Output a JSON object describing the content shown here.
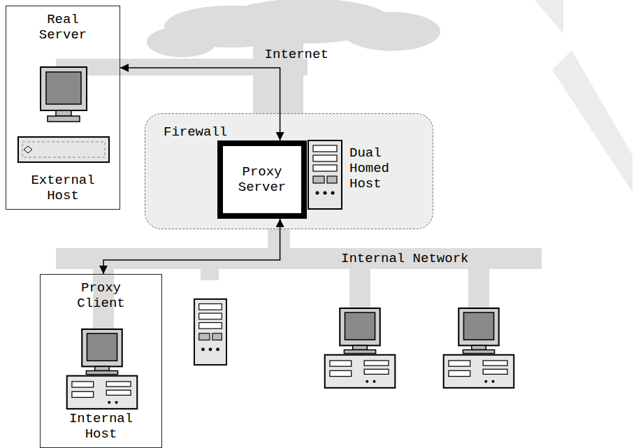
{
  "diagram": {
    "nodes": [
      {
        "text": [
          "Real Server",
          "External Host"
        ]
      },
      {
        "text": [
          "Firewall"
        ]
      },
      {
        "text": [
          "Proxy Server"
        ],
        "in": 1
      },
      {
        "text": [
          "Proxy Client",
          "Internal Host"
        ]
      }
    ],
    "edges": [
      {
        "from": 0,
        "to": 2,
        "arrow": "both",
        "label": "Internet"
      },
      {
        "from": 3,
        "to": 2,
        "arrow": "both"
      }
    ],
    "labels": [
      "Dual Homed Host",
      "Internal Network"
    ]
  }
}
